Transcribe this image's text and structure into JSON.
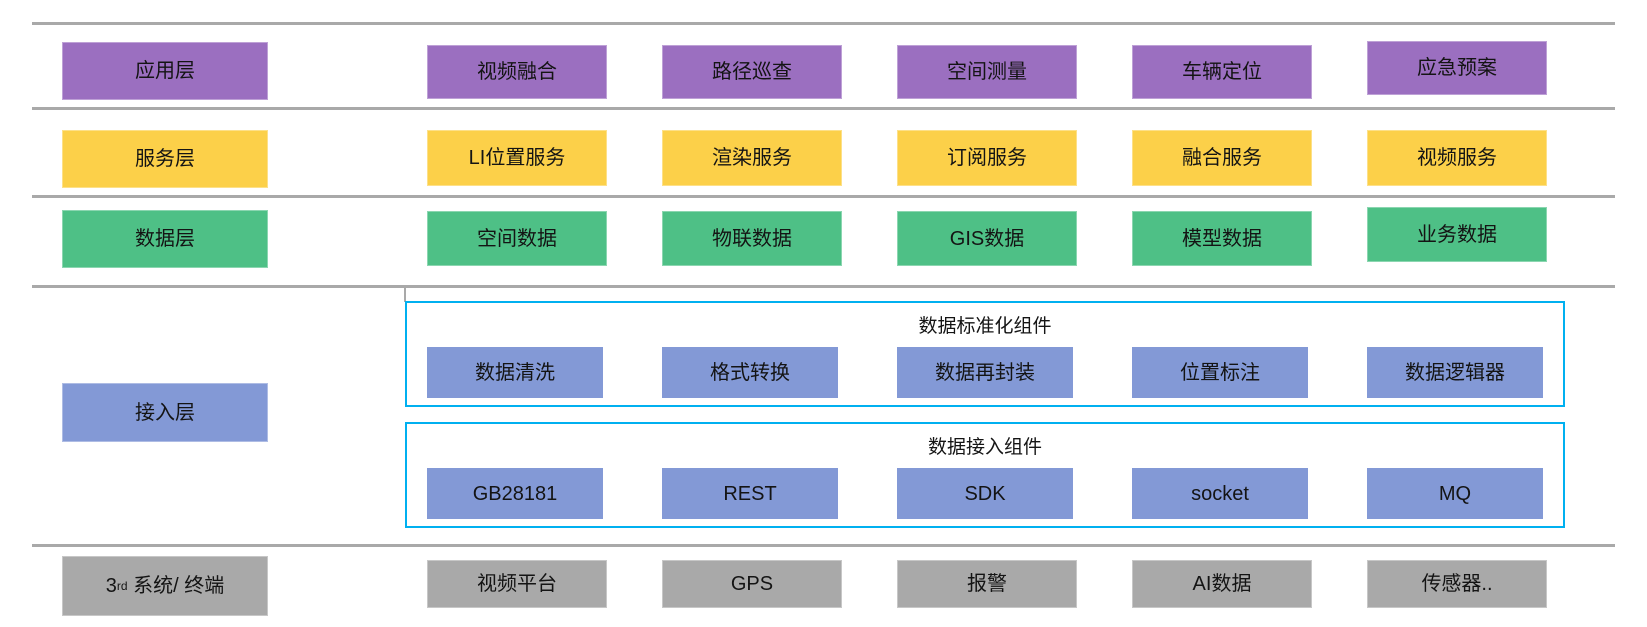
{
  "colors": {
    "application_layer": "#9b6fc0",
    "service_layer": "#fcd049",
    "data_layer": "#4ec086",
    "access_layer": "#8399d6",
    "external_layer": "#a9a9a9",
    "divider": "#a9a9a9",
    "group_border": "#00b0f0"
  },
  "layers": [
    {
      "label": "应用层",
      "items": [
        "视频融合",
        "路径巡查",
        "空间测量",
        "车辆定位",
        "应急预案"
      ]
    },
    {
      "label": "服务层",
      "items": [
        "LI位置服务",
        "渲染服务",
        "订阅服务",
        "融合服务",
        "视频服务"
      ]
    },
    {
      "label": "数据层",
      "items": [
        "空间数据",
        "物联数据",
        "GIS数据",
        "模型数据",
        "业务数据"
      ]
    }
  ],
  "access_layer": {
    "label": "接入层",
    "groups": [
      {
        "title": "数据标准化组件",
        "items": [
          "数据清洗",
          "格式转换",
          "数据再封装",
          "位置标注",
          "数据逻辑器"
        ]
      },
      {
        "title": "数据接入组件",
        "items": [
          "GB28181",
          "REST",
          "SDK",
          "socket",
          "MQ"
        ]
      }
    ]
  },
  "external_layer": {
    "label_num": "3",
    "label_sup": "rd",
    "label_text": " 系统/ 终端",
    "items": [
      "视频平台",
      "GPS",
      "报警",
      "AI数据",
      "传感器.."
    ]
  }
}
